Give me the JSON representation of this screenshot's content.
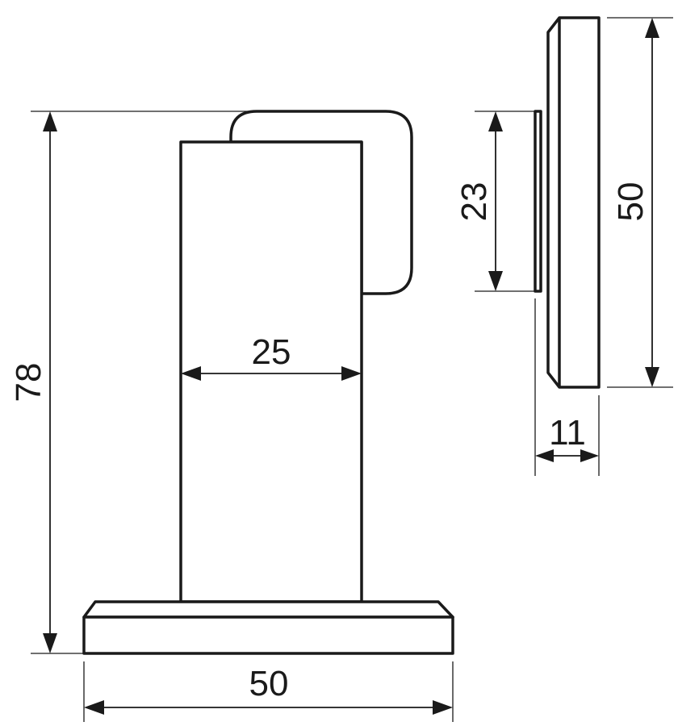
{
  "dimensions": {
    "total_height": "78",
    "stem_width": "25",
    "base_width": "50",
    "catch_height": "23",
    "plate_height": "50",
    "plate_depth": "11"
  }
}
